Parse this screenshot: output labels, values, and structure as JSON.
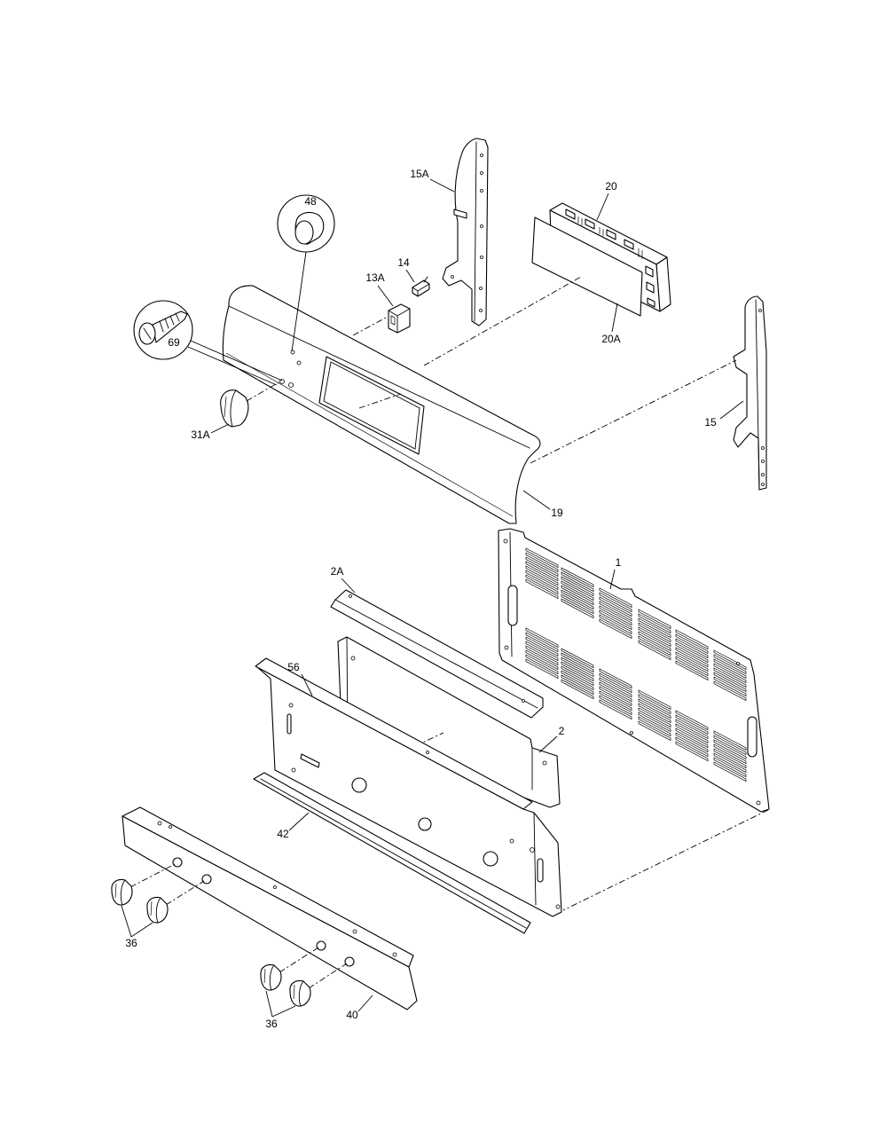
{
  "labels": [
    "15A",
    "20",
    "48",
    "14",
    "13A",
    "69",
    "20A",
    "15",
    "31A",
    "19",
    "2A",
    "1",
    "56",
    "2",
    "42",
    "36",
    "40",
    "36"
  ],
  "colors": {
    "line": "#000000",
    "background": "#ffffff"
  }
}
